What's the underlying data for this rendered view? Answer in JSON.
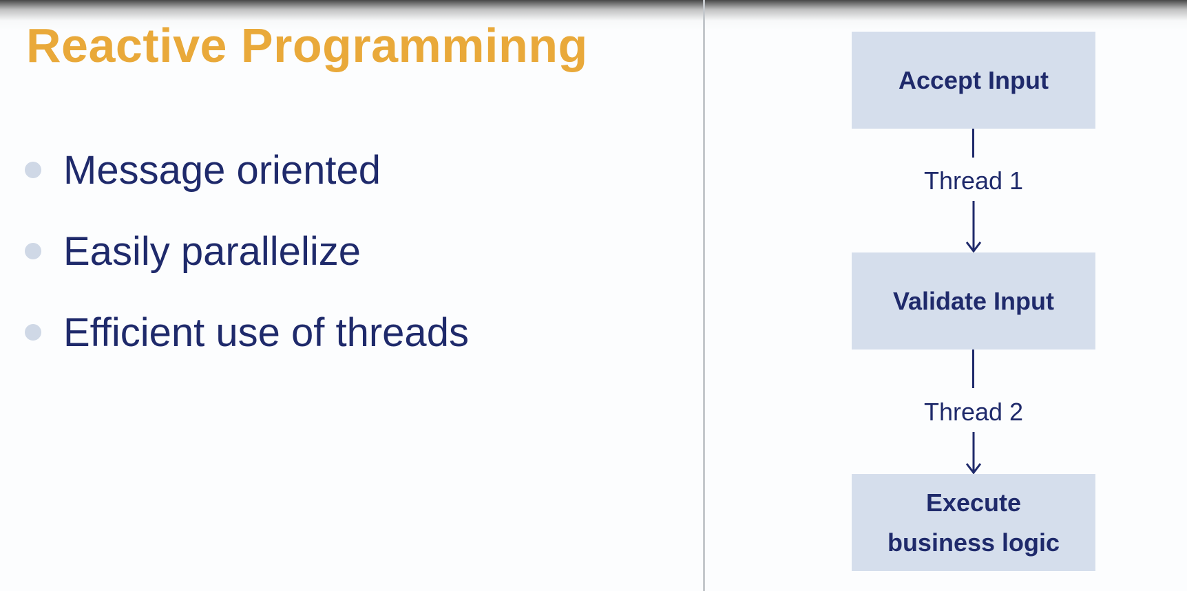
{
  "slide": {
    "title": "Reactive Programminng",
    "bullets": [
      "Message oriented",
      "Easily parallelize",
      "Efficient use of threads"
    ]
  },
  "diagram": {
    "steps": [
      "Accept Input",
      "Validate Input",
      "Execute\nbusiness logic"
    ],
    "connectors": [
      "Thread 1",
      "Thread 2"
    ]
  },
  "colors": {
    "title": "#e9a93a",
    "text": "#1f2a6b",
    "box_fill": "#d5deec",
    "bullet_dot": "#cfd8e6",
    "divider": "#c4c8cc"
  }
}
